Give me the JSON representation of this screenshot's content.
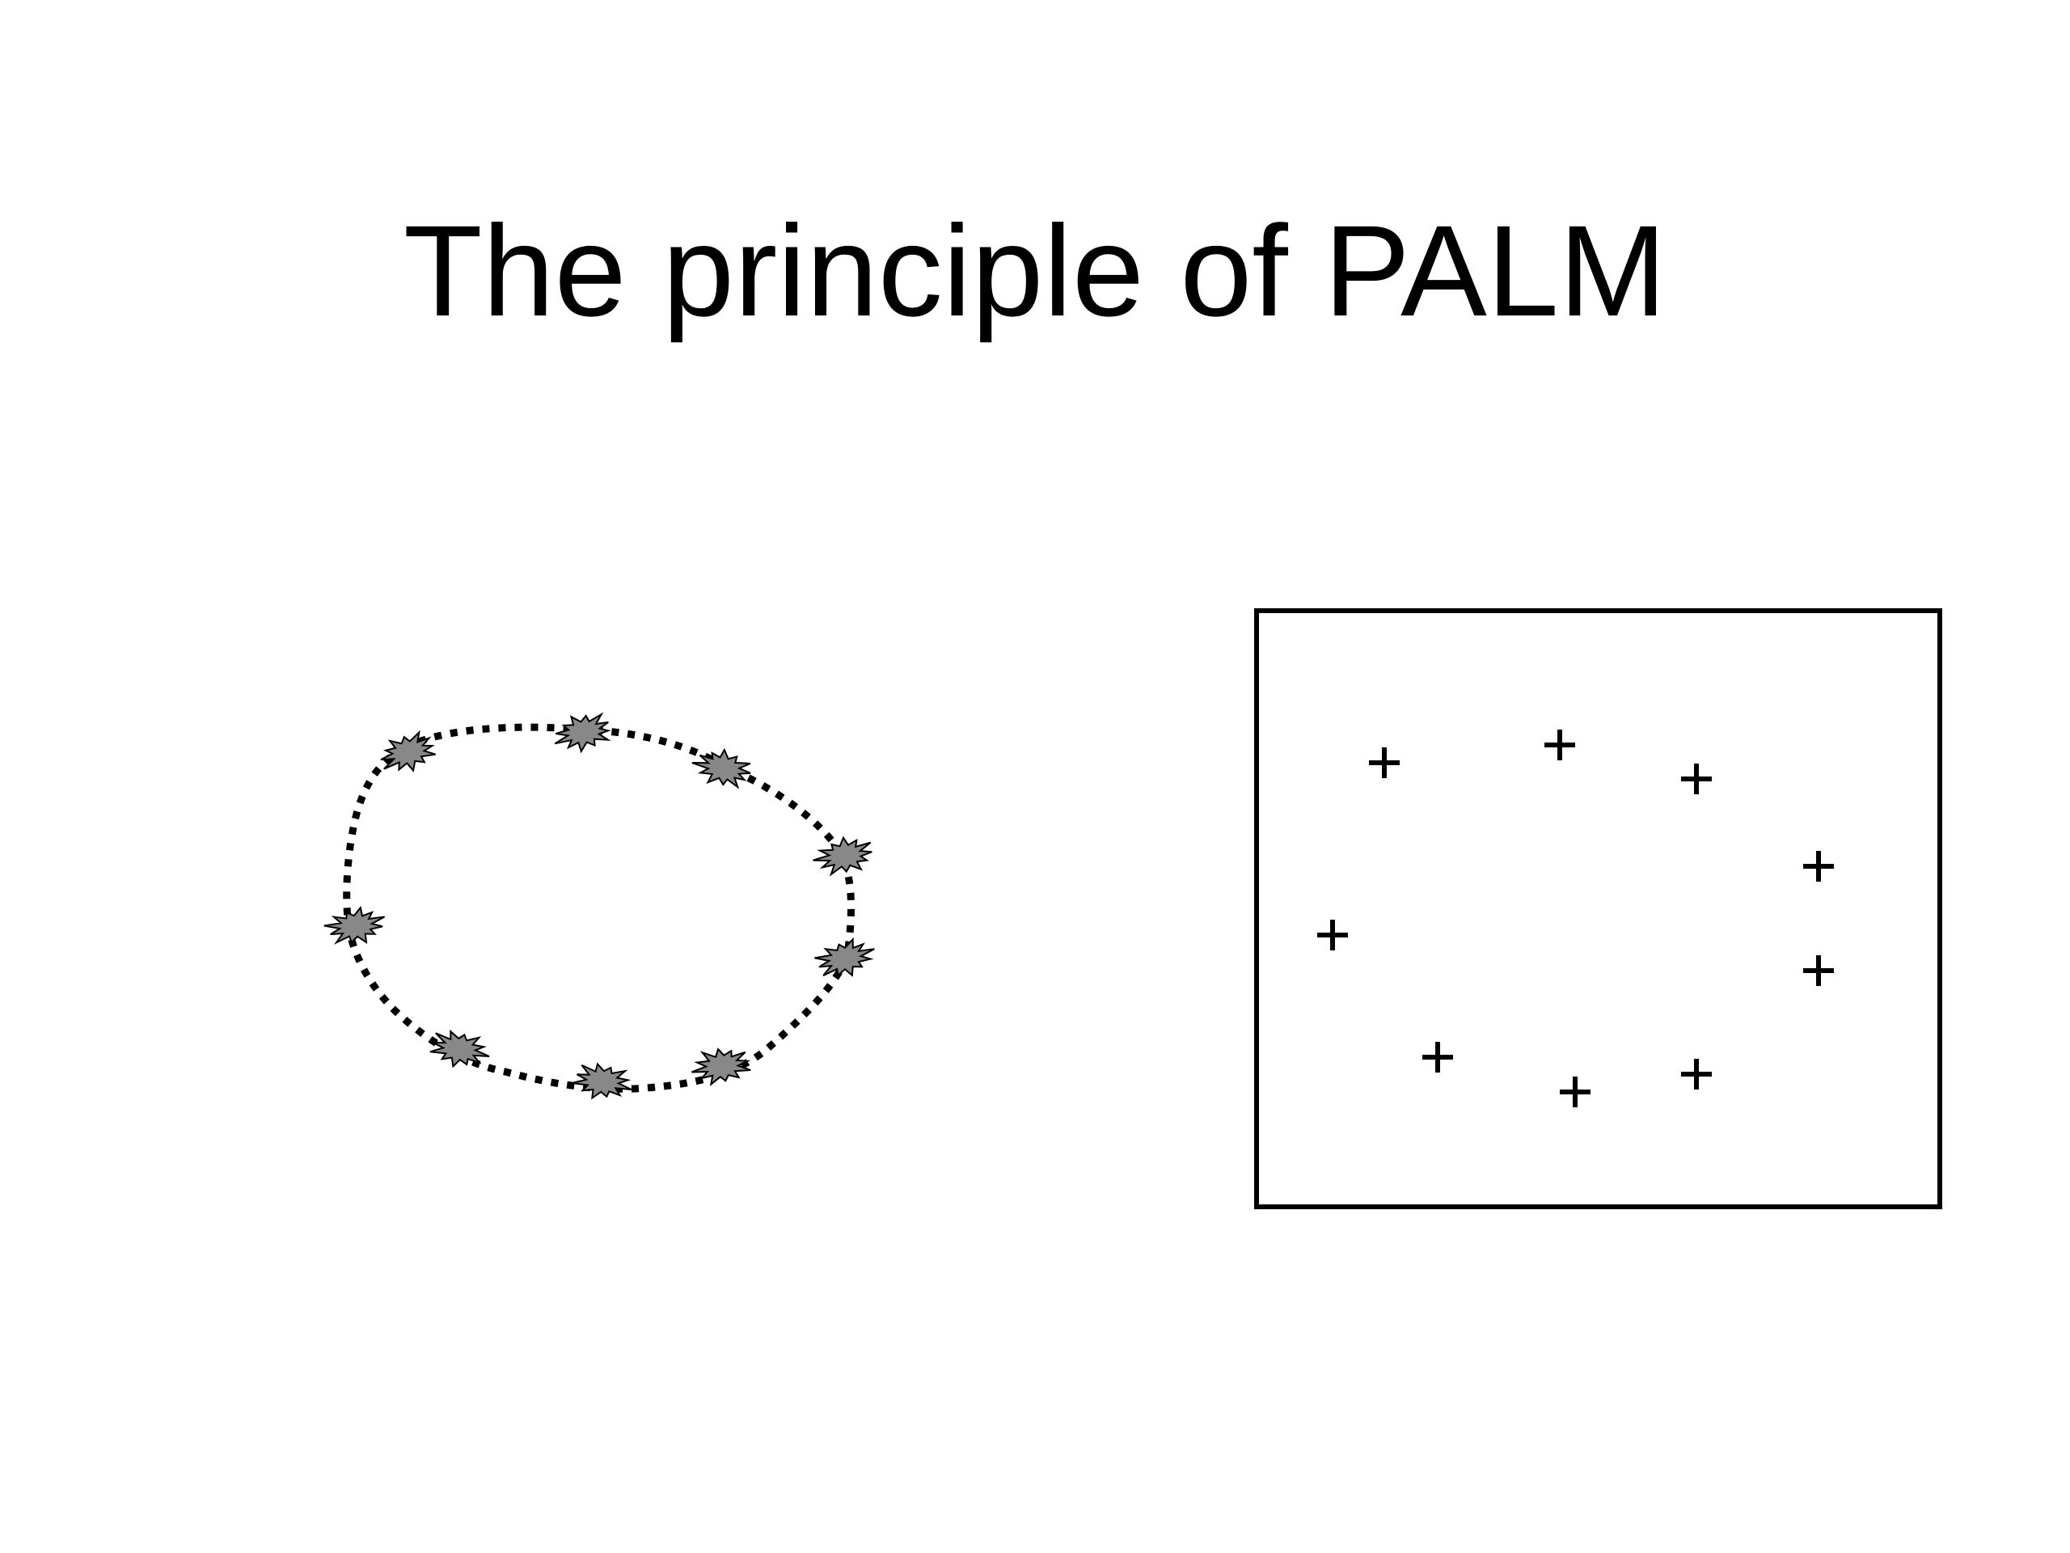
{
  "slide": {
    "title": "The principle of PALM"
  },
  "colors": {
    "background": "#ffffff",
    "text": "#000000",
    "outline_dash": "#000000",
    "molecule_fill": "#888888",
    "molecule_stroke": "#000000",
    "frame_stroke": "#000000",
    "marker": "#000000"
  },
  "diagram": {
    "left_panel": {
      "outline_style": "dotted-closed-curve",
      "molecule_icon": "starburst-icon",
      "molecule_count": 9
    },
    "right_panel": {
      "frame": "rectangle",
      "marker_icon": "plus-icon",
      "marker_count": 9
    }
  }
}
